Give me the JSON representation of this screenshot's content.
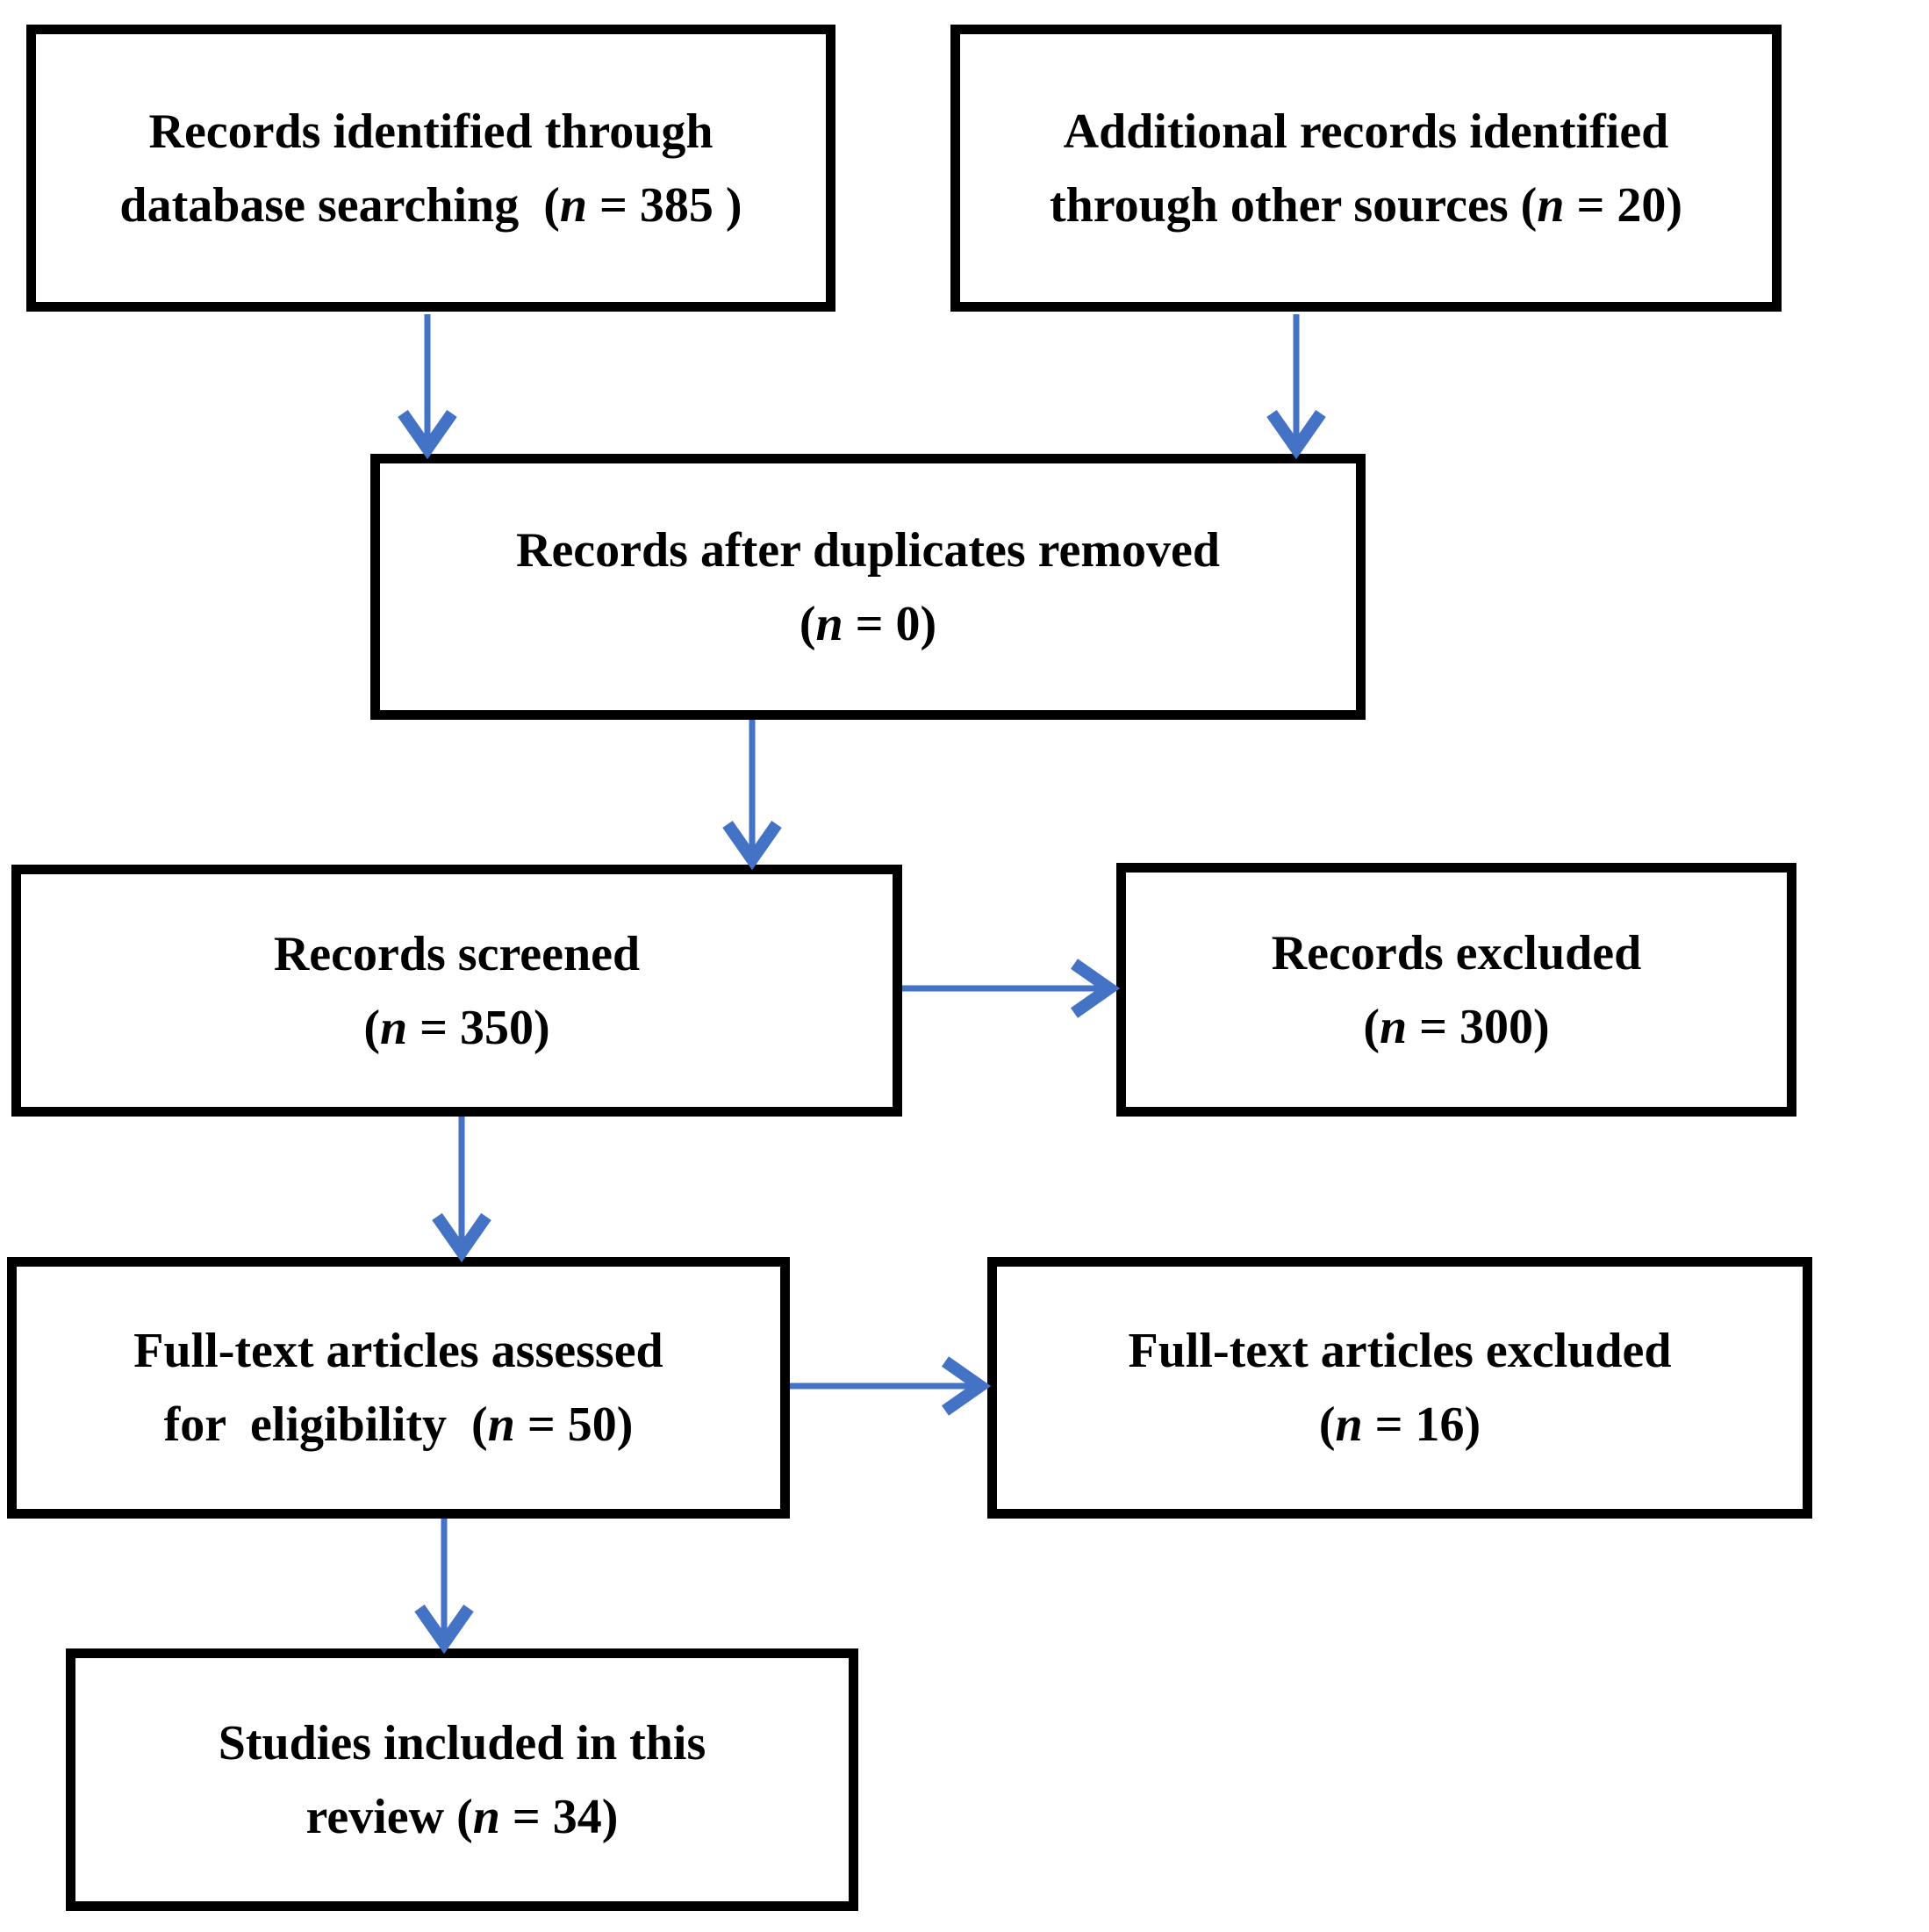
{
  "colors": {
    "arrow": "#4472C4",
    "box_border": "#000000",
    "text": "#000000",
    "background": "#FFFFFF"
  },
  "boxes": {
    "records_identified": {
      "line1": "Records identified through",
      "line2_pre": "database searching  (",
      "n": "n",
      "line2_post": " = 385 )"
    },
    "additional_records": {
      "line1": "Additional records identified",
      "line2_pre": "through other sources (",
      "n": "n",
      "line2_post": " = 20)"
    },
    "duplicates_removed": {
      "line1": "Records after duplicates removed",
      "line2_pre": "(",
      "n": "n",
      "line2_post": " = 0)"
    },
    "records_screened": {
      "line1": "Records screened",
      "line2_pre": "(",
      "n": "n",
      "line2_post": " = 350)"
    },
    "records_excluded": {
      "line1": "Records excluded",
      "line2_pre": "(",
      "n": "n",
      "line2_post": " = 300)"
    },
    "fulltext_assessed": {
      "line1": "Full-text articles assessed",
      "line2_pre": "for  eligibility  (",
      "n": "n",
      "line2_post": " = 50)"
    },
    "fulltext_excluded": {
      "line1": "Full-text articles excluded",
      "line2_pre": "(",
      "n": "n",
      "line2_post": " = 16)"
    },
    "studies_included": {
      "line1": "Studies included in this",
      "line2_pre": "review (",
      "n": "n",
      "line2_post": " = 34)"
    }
  },
  "counts": {
    "identified_database": 385,
    "identified_other_sources": 20,
    "after_duplicates_removed": 0,
    "screened": 350,
    "excluded": 300,
    "fulltext_assessed": 50,
    "fulltext_excluded": 16,
    "included_in_review": 34
  }
}
